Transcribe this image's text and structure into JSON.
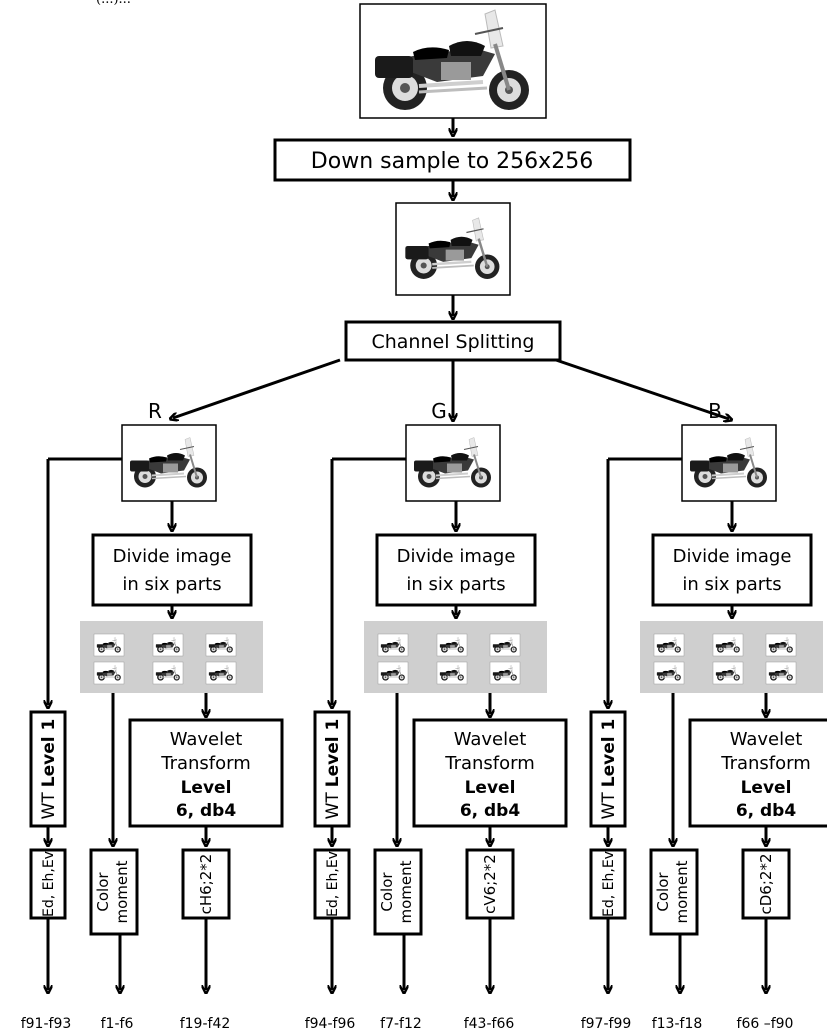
{
  "top_fragment": "(...)...",
  "steps": {
    "downsample": "Down sample to 256x256",
    "split": "Channel Splitting"
  },
  "channels": [
    {
      "name": "R",
      "divide_line1": "Divide image",
      "divide_line2": "in six parts",
      "wt_level": "WT",
      "wt_level_bold": "Level 1",
      "energy": "Ed, Eh,Ev",
      "color_line1": "Color",
      "color_line2": "moment",
      "coef": "cH6;2*2",
      "wavelet": [
        "Wavelet",
        "Transform",
        "Level",
        "6, db4"
      ],
      "outputs": [
        "f91-f93",
        "f1-f6",
        "f19-f42"
      ]
    },
    {
      "name": "G",
      "divide_line1": "Divide image",
      "divide_line2": "in six parts",
      "wt_level": "WT",
      "wt_level_bold": "Level 1",
      "energy": "Ed, Eh,Ev",
      "color_line1": "Color",
      "color_line2": "moment",
      "coef": "cV6;2*2",
      "wavelet": [
        "Wavelet",
        "Transform",
        "Level",
        "6, db4"
      ],
      "outputs": [
        "f94-f96",
        "f7-f12",
        "f43-f66"
      ]
    },
    {
      "name": "B",
      "divide_line1": "Divide image",
      "divide_line2": "in six parts",
      "wt_level": "WT",
      "wt_level_bold": "Level 1",
      "energy": "Ed, Eh,Ev",
      "color_line1": "Color",
      "color_line2": "moment",
      "coef": "cD6;2*2",
      "wavelet": [
        "Wavelet",
        "Transform",
        "Level",
        "6, db4"
      ],
      "outputs": [
        "f97-f99",
        "f13-f18",
        "f66 –f90"
      ]
    }
  ]
}
